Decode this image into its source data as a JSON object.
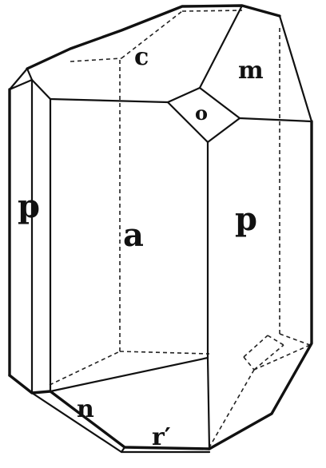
{
  "labels": {
    "c": "c",
    "m": "m",
    "o": "o",
    "p_left": "p",
    "a": "a",
    "p_right": "p",
    "n": "n",
    "r_prime": "r′"
  },
  "colors": {
    "ink": "#111111",
    "paper": "#ffffff"
  }
}
